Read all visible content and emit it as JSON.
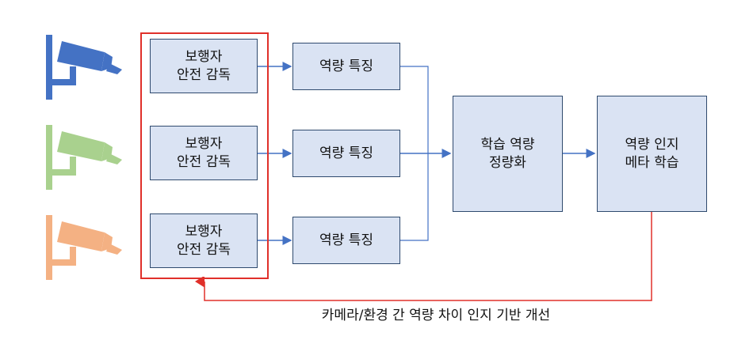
{
  "diagram": {
    "supervision_box": {
      "line1": "보행자",
      "line2": "안전 감독"
    },
    "feature_box": {
      "label": "역량 특징"
    },
    "quantify_box": {
      "line1": "학습 역량",
      "line2": "정량화"
    },
    "meta_box": {
      "line1": "역량 인지",
      "line2": "메타 학습"
    },
    "feedback_caption": "카메라/환경 간 역량 차이 인지 기반 개선"
  },
  "colors": {
    "camera_1": "#4472c4",
    "camera_2": "#a9d18e",
    "camera_3": "#f4b183",
    "box_fill": "#dae3f3",
    "box_border": "#2f4a6e",
    "arrow": "#4472c4",
    "highlight": "#e0302a"
  }
}
